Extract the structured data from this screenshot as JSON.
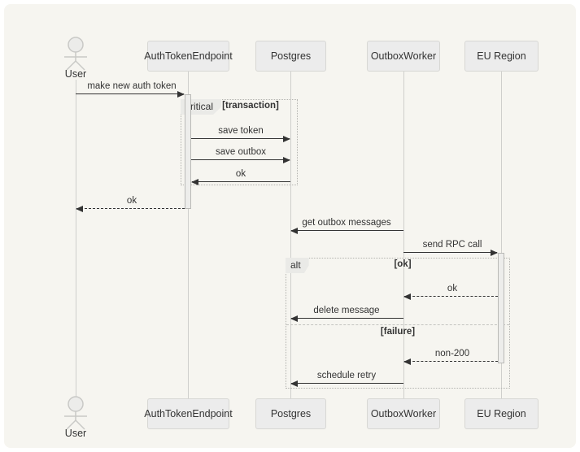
{
  "diagram": {
    "type": "sequence",
    "participants": [
      {
        "id": "user",
        "label": "User",
        "kind": "actor"
      },
      {
        "id": "authtokenendpoint",
        "label": "AuthTokenEndpoint",
        "kind": "participant"
      },
      {
        "id": "postgres",
        "label": "Postgres",
        "kind": "participant"
      },
      {
        "id": "outboxworker",
        "label": "OutboxWorker",
        "kind": "participant"
      },
      {
        "id": "euregion",
        "label": "EU Region",
        "kind": "participant"
      }
    ],
    "messages": [
      {
        "label": "make new auth token",
        "from": "User",
        "to": "AuthTokenEndpoint",
        "line": "solid"
      },
      {
        "label": "save token",
        "from": "AuthTokenEndpoint",
        "to": "Postgres",
        "line": "solid"
      },
      {
        "label": "save outbox",
        "from": "AuthTokenEndpoint",
        "to": "Postgres",
        "line": "solid"
      },
      {
        "label": "ok",
        "from": "Postgres",
        "to": "AuthTokenEndpoint",
        "line": "solid"
      },
      {
        "label": "ok",
        "from": "AuthTokenEndpoint",
        "to": "User",
        "line": "dashed"
      },
      {
        "label": "get outbox messages",
        "from": "OutboxWorker",
        "to": "Postgres",
        "line": "solid"
      },
      {
        "label": "send RPC call",
        "from": "OutboxWorker",
        "to": "EU Region",
        "line": "solid"
      },
      {
        "label": "ok",
        "from": "EU Region",
        "to": "OutboxWorker",
        "line": "dashed"
      },
      {
        "label": "delete message",
        "from": "OutboxWorker",
        "to": "Postgres",
        "line": "solid"
      },
      {
        "label": "non-200",
        "from": "EU Region",
        "to": "OutboxWorker",
        "line": "dashed"
      },
      {
        "label": "schedule retry",
        "from": "OutboxWorker",
        "to": "Postgres",
        "line": "solid"
      }
    ],
    "blocks": {
      "critical": {
        "label": "critical",
        "guard": "[transaction]"
      },
      "alt": {
        "label": "alt",
        "guard_ok": "[ok]",
        "guard_failure": "[failure]"
      }
    },
    "colors": {
      "background": "#f6f5f0",
      "participant_fill": "#ececec",
      "participant_border": "#d7d7d4",
      "text": "#333333",
      "arrow": "#333333",
      "lifeline": "#cfcfcc",
      "activation_fill": "#ededeb",
      "block_border": "#b3b3af",
      "label_fill": "#eaeae7"
    }
  }
}
